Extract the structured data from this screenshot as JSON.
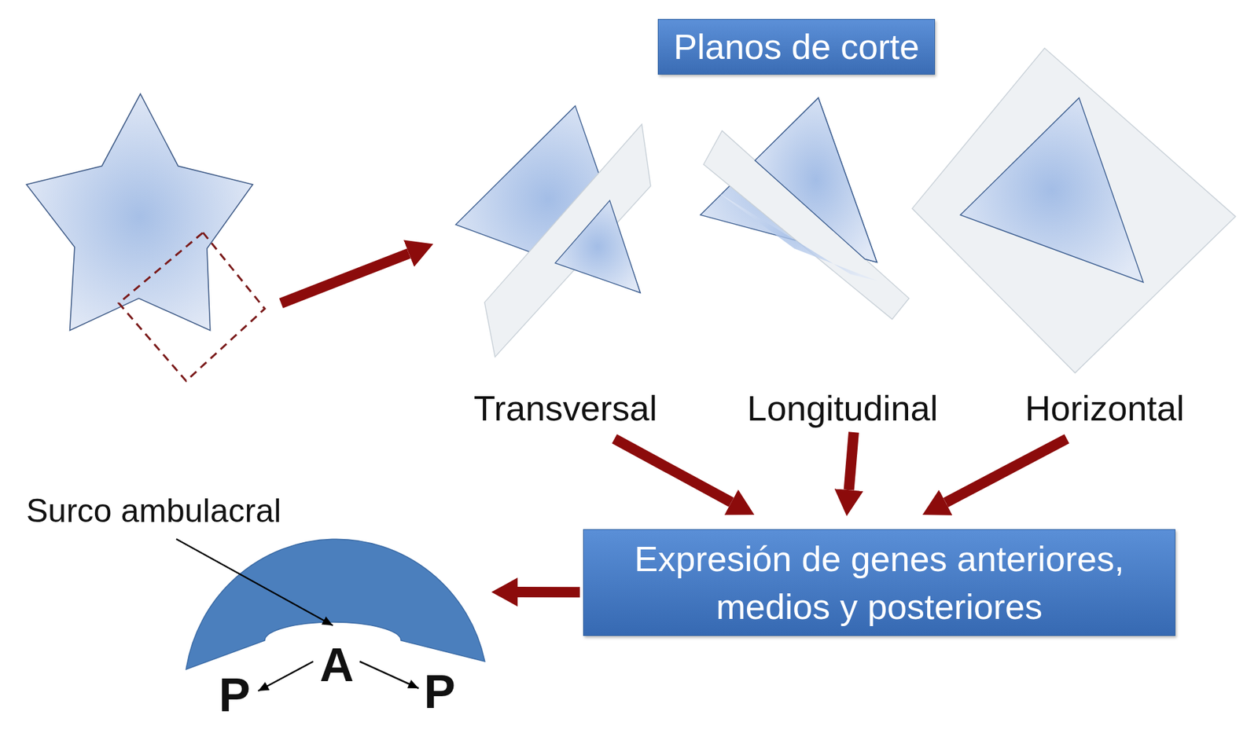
{
  "diagram": {
    "nodes": [
      {
        "text": [
          "Planos de corte"
        ]
      },
      {
        "text": [
          "Transversal"
        ]
      },
      {
        "text": [
          "Longitudinal"
        ]
      },
      {
        "text": [
          "Horizontal"
        ]
      },
      {
        "text": [
          "Expresión de genes anteriores, medios y posteriores"
        ]
      },
      {
        "text": [
          "Surco ambulacral",
          "A",
          "P",
          "P"
        ]
      }
    ],
    "edges": [
      {
        "from": 1,
        "to": 4,
        "arrow": "to"
      },
      {
        "from": 2,
        "to": 4,
        "arrow": "to"
      },
      {
        "from": 3,
        "to": 4,
        "arrow": "to"
      },
      {
        "from": 4,
        "to": 5,
        "arrow": "to"
      }
    ]
  }
}
